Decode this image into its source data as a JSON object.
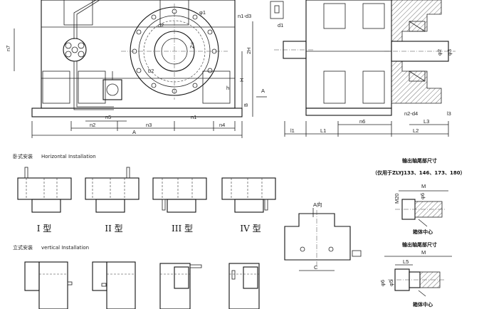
{
  "front_view": {
    "dims": {
      "n7": "n7",
      "phi1": "φ1",
      "n1_d3": "n1-d3",
      "d2": "d2",
      "z2": "2-ι",
      "b2": "b2",
      "n5": "n5",
      "n2": "n2",
      "n3": "n3",
      "n1": "n1",
      "n4": "n4",
      "A": "A",
      "H2": "2H",
      "H": "H",
      "h": "h",
      "B": "B",
      "Avert": "A"
    }
  },
  "side_view": {
    "dims": {
      "d1": "d1",
      "phi2": "φ2",
      "phi3": "φ3",
      "l1": "l1",
      "L1": "L1",
      "n6": "n6",
      "L2": "L2",
      "L3": "L3",
      "l3": "l3",
      "n2_d4": "n2-d4"
    }
  },
  "horizontal": {
    "title_cn": "卧式安装",
    "title_en": "Horizontal Installation",
    "types": [
      "I 型",
      "II 型",
      "III 型",
      "IV 型"
    ]
  },
  "vertical": {
    "title_cn": "立式安装",
    "title_en": "vertical Installation"
  },
  "a_view": {
    "label": "A向",
    "c": "C"
  },
  "shaft1": {
    "title": "输出轴尾部尺寸",
    "subtitle": "（仅用于ZLYJ133、146、173、180）",
    "M": "M",
    "M20": "M20",
    "d6": "φ6",
    "center": "箱体中心"
  },
  "shaft2": {
    "title": "输出轴尾部尺寸",
    "M": "M",
    "d5": "φ5",
    "d6": "φ6",
    "L5": "L5",
    "center": "箱体中心"
  }
}
